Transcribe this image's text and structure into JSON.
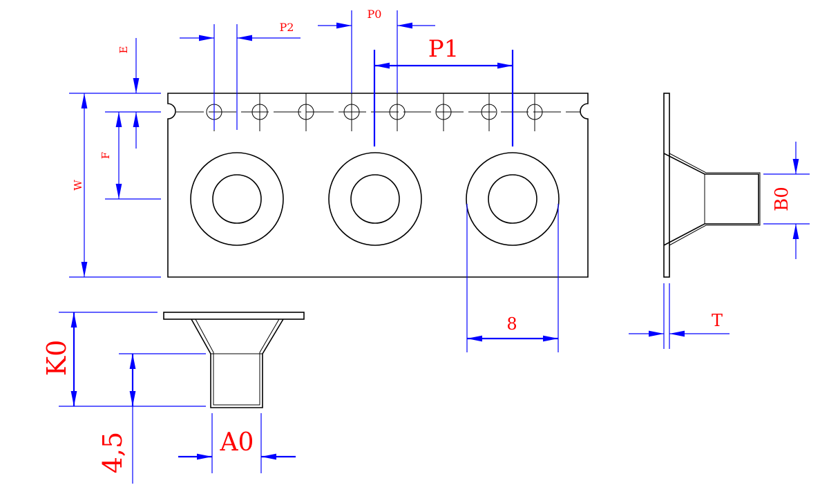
{
  "labels": {
    "E": "E",
    "F": "F",
    "W": "W",
    "P2": "P2",
    "P0": "P0",
    "P1": "P1",
    "pocket_pitch": "8",
    "B0": "B0",
    "T": "T",
    "K0": "K0",
    "depth": "4,5",
    "A0": "A0"
  },
  "colors": {
    "outline": "#000000",
    "dimension": "#0000ff",
    "label": "#ff0000"
  }
}
